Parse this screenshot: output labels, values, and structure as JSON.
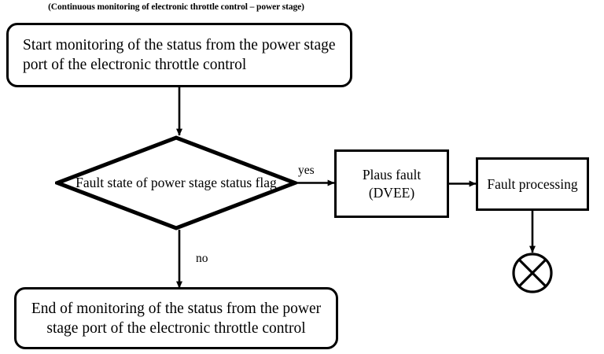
{
  "diagram": {
    "caption": "(Continuous monitoring of electronic throttle control – power stage)",
    "type": "flowchart",
    "background_color": "#ffffff",
    "line_color": "#000000",
    "nodes": {
      "start": {
        "shape": "rounded-rectangle",
        "text": "Start monitoring of the status from the power stage port of the electronic throttle control"
      },
      "decision": {
        "shape": "diamond",
        "text": "Fault state of power stage status flag"
      },
      "plaus_fault": {
        "shape": "rectangle",
        "text": "Plaus fault (DVEE)"
      },
      "fault_processing": {
        "shape": "rectangle",
        "text": "Fault processing"
      },
      "terminator": {
        "shape": "circle-with-cross",
        "text": ""
      },
      "end": {
        "shape": "rounded-rectangle",
        "text": "End of monitoring of the status from the power stage port of the electronic throttle control"
      }
    },
    "edges": {
      "start_to_decision": {
        "label": ""
      },
      "decision_to_plaus_fault": {
        "label": "yes"
      },
      "decision_to_end": {
        "label": "no"
      },
      "plaus_fault_to_fault_processing": {
        "label": ""
      },
      "fault_processing_to_terminator": {
        "label": ""
      }
    }
  }
}
